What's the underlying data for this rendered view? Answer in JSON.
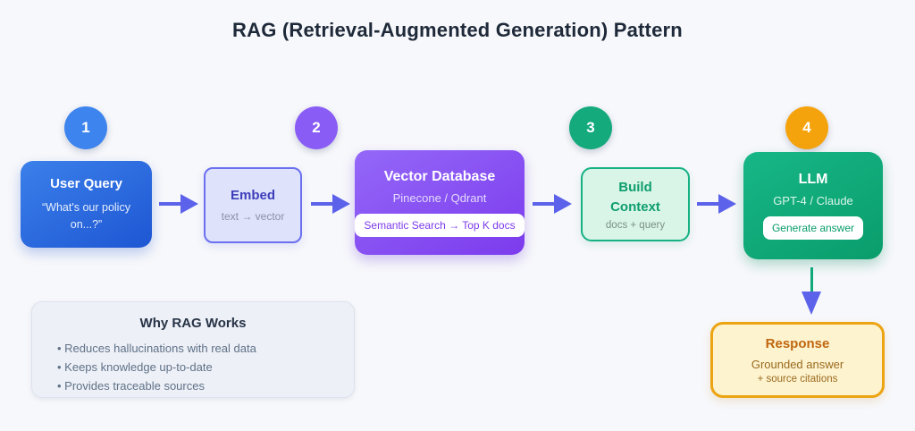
{
  "title": "RAG (Retrieval-Augmented Generation) Pattern",
  "steps": [
    {
      "number": "1",
      "color": "#3d84ee"
    },
    {
      "number": "2",
      "color": "#8a5cf6"
    },
    {
      "number": "3",
      "color": "#14aa7c"
    },
    {
      "number": "4",
      "color": "#f5a30d"
    }
  ],
  "nodes": {
    "user_query": {
      "title": "User Query",
      "subtitle": "“What's our policy on...?”"
    },
    "embed": {
      "title": "Embed",
      "subtitle": "text → vector"
    },
    "vector_database": {
      "title": "Vector Database",
      "subtitle": "Pinecone / Qdrant",
      "badge": "Semantic Search → Top K docs"
    },
    "build_context": {
      "title": "Build Context",
      "subtitle": "docs + query"
    },
    "llm": {
      "title": "LLM",
      "subtitle": "GPT-4 / Claude",
      "badge": "Generate answer"
    },
    "response": {
      "title": "Response",
      "subtitle_line1": "Grounded answer",
      "subtitle_line2": "+ source citations"
    }
  },
  "why_box": {
    "title": "Why RAG Works",
    "bullets": [
      "Reduces hallucinations with real data",
      "Keeps knowledge up-to-date",
      "Provides traceable sources"
    ]
  },
  "colors": {
    "background": "#f7f8fb",
    "arrow": "#5c63ea",
    "down_arrow_stem": "#10a97a",
    "user_query_gradient": [
      "#3b80ea",
      "#1e56d3"
    ],
    "embed_bg": "#dee3fb",
    "embed_border": "#6b6ff0",
    "vector_database_gradient": [
      "#9468f8",
      "#7c3bed"
    ],
    "build_context_bg": "#d8f5e8",
    "build_context_border": "#16b183",
    "llm_gradient": [
      "#17b687",
      "#0a9d6b"
    ],
    "response_bg": "#fdf3cf",
    "response_border": "#eca412",
    "title_text": "#1e2939"
  }
}
